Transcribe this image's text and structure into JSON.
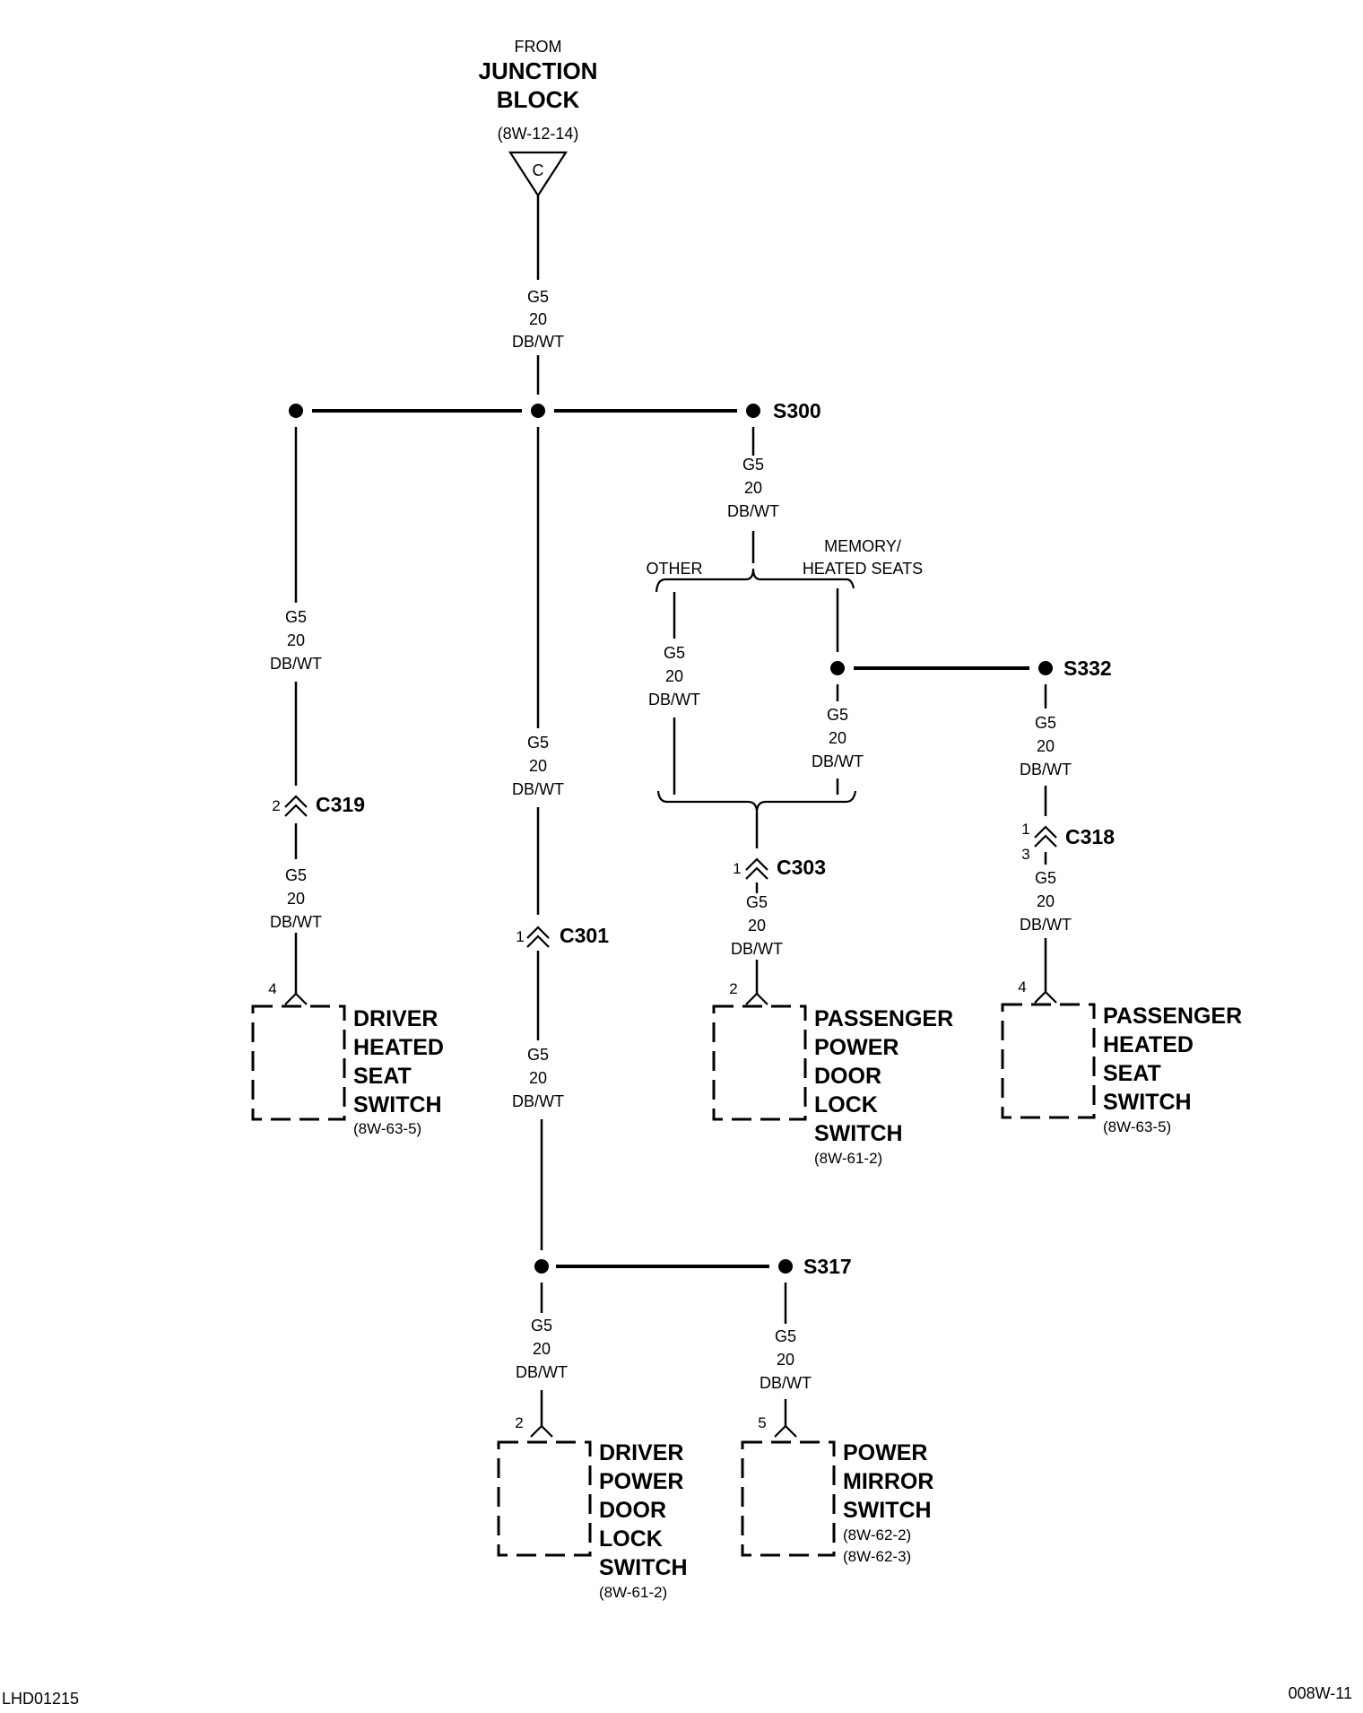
{
  "source": {
    "from": "FROM",
    "name_line1": "JUNCTION",
    "name_line2": "BLOCK",
    "ref": "(8W-12-14)",
    "connector_letter": "C"
  },
  "wire": {
    "circuit": "G5",
    "gauge": "20",
    "color": "DB/WT"
  },
  "splices": {
    "s300": "S300",
    "s332": "S332",
    "s317": "S317"
  },
  "branch": {
    "other": "OTHER",
    "memory_line1": "MEMORY/",
    "memory_line2": "HEATED SEATS"
  },
  "connectors": {
    "c319": {
      "name": "C319",
      "pin": "2"
    },
    "c301": {
      "name": "C301",
      "pin": "1"
    },
    "c303": {
      "name": "C303",
      "pin": "1"
    },
    "c318": {
      "name": "C318",
      "pin_a": "1",
      "pin_b": "3"
    }
  },
  "components": {
    "driver_heated_seat": {
      "lines": [
        "DRIVER",
        "HEATED",
        "SEAT",
        "SWITCH"
      ],
      "ref": "(8W-63-5)",
      "pin": "4"
    },
    "passenger_power_door_lock": {
      "lines": [
        "PASSENGER",
        "POWER",
        "DOOR",
        "LOCK",
        "SWITCH"
      ],
      "ref": "(8W-61-2)",
      "pin": "2"
    },
    "passenger_heated_seat": {
      "lines": [
        "PASSENGER",
        "HEATED",
        "SEAT",
        "SWITCH"
      ],
      "ref": "(8W-63-5)",
      "pin": "4"
    },
    "driver_power_door_lock": {
      "lines": [
        "DRIVER",
        "POWER",
        "DOOR",
        "LOCK",
        "SWITCH"
      ],
      "ref": "(8W-61-2)",
      "pin": "2"
    },
    "power_mirror": {
      "lines": [
        "POWER",
        "MIRROR",
        "SWITCH"
      ],
      "ref1": "(8W-62-2)",
      "ref2": "(8W-62-3)",
      "pin": "5"
    }
  },
  "footer": {
    "left": "LHD01215",
    "right": "008W-11"
  }
}
